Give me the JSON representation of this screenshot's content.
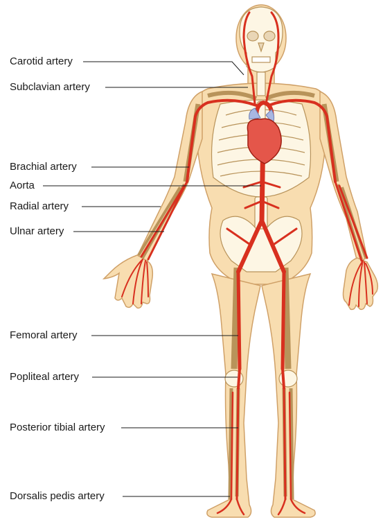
{
  "labels": {
    "carotid": "Carotid artery",
    "subclavian": "Subclavian artery",
    "brachial": "Brachial artery",
    "aorta": "Aorta",
    "radial": "Radial artery",
    "ulnar": "Ulnar artery",
    "femoral": "Femoral artery",
    "popliteal": "Popliteal artery",
    "posterior_tibial": "Posterior tibial artery",
    "dorsalis_pedis": "Dorsalis pedis artery"
  },
  "colors": {
    "background": "#ffffff",
    "skin": "#f8ddb0",
    "skin_outline": "#cfa067",
    "bone": "#fdf6e4",
    "bone_outline": "#b8935a",
    "artery": "#d8301f",
    "artery_dark": "#9e1e12",
    "heart": "#e4564a",
    "heart_vessel": "#a8b7e2",
    "label_text": "#1a1a1a",
    "leader_line": "#1a1a1a"
  }
}
